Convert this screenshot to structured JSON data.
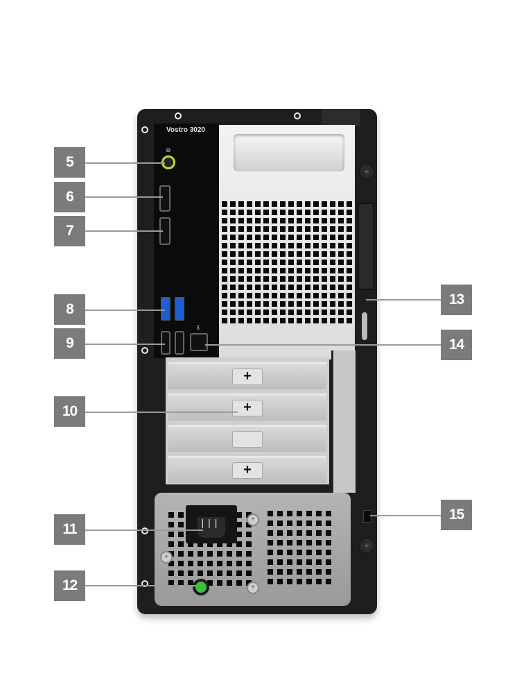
{
  "product": {
    "model_label": "Vostro 3020"
  },
  "callouts": [
    {
      "number": "5",
      "feature": "audio-line-out"
    },
    {
      "number": "6",
      "feature": "hdmi-port"
    },
    {
      "number": "7",
      "feature": "displayport"
    },
    {
      "number": "8",
      "feature": "usb-3-ports"
    },
    {
      "number": "9",
      "feature": "usb-2-ports"
    },
    {
      "number": "10",
      "feature": "expansion-slots"
    },
    {
      "number": "11",
      "feature": "power-connector"
    },
    {
      "number": "12",
      "feature": "psu-diagnostic-light"
    },
    {
      "number": "13",
      "feature": "padlock-ring"
    },
    {
      "number": "14",
      "feature": "ethernet-port"
    },
    {
      "number": "15",
      "feature": "security-cable-slot"
    }
  ],
  "colors": {
    "callout_bg": "#7b7b7b",
    "chassis": "#1e1e1e",
    "audio_ring": "#c6d92a",
    "usb3_blue": "#1f5fd1",
    "psu_led": "#3fbf3f"
  }
}
